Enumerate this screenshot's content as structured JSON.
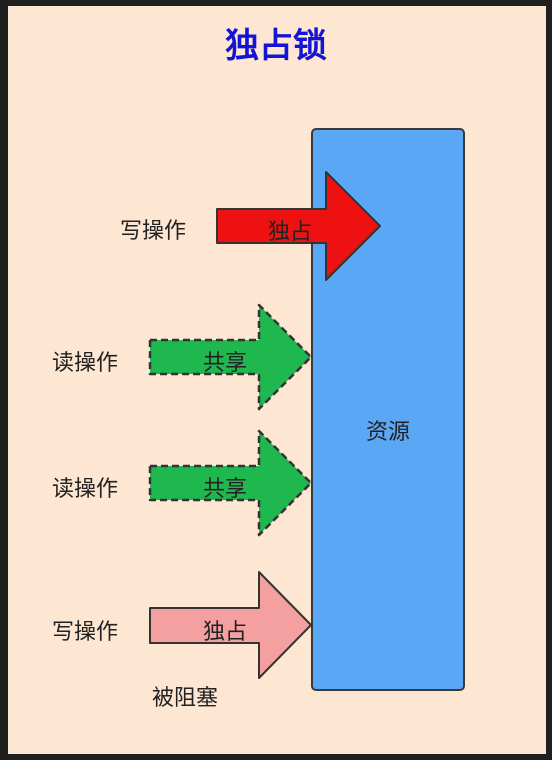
{
  "title": "独占锁",
  "resource": {
    "label": "资源"
  },
  "operations": [
    {
      "label": "写操作",
      "arrow_text": "独占",
      "fill": "#ee1111",
      "style": "solid"
    },
    {
      "label": "读操作",
      "arrow_text": "共享",
      "fill": "#1fb84e",
      "style": "dashed"
    },
    {
      "label": "读操作",
      "arrow_text": "共享",
      "fill": "#1fb84e",
      "style": "dashed"
    },
    {
      "label": "写操作",
      "arrow_text": "独占",
      "fill": "#f5a0a0",
      "style": "solid"
    }
  ],
  "blocked_note": "被阻塞"
}
